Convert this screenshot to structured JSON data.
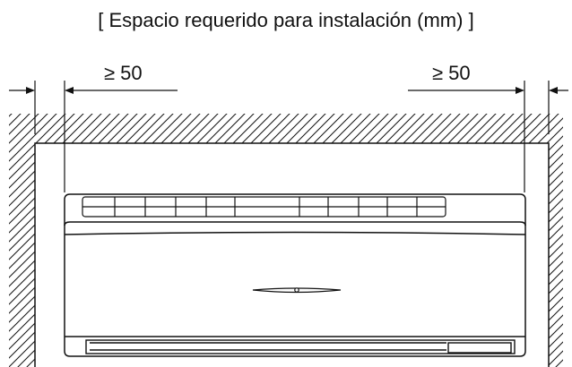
{
  "diagram": {
    "title": "[ Espacio requerido para instalación (mm) ]",
    "left_clearance_label": "≥ 50",
    "right_clearance_label": "≥ 50"
  },
  "colors": {
    "line": "#111111",
    "background": "#ffffff"
  },
  "icons": {
    "indicator": "indicator-dot-icon"
  }
}
